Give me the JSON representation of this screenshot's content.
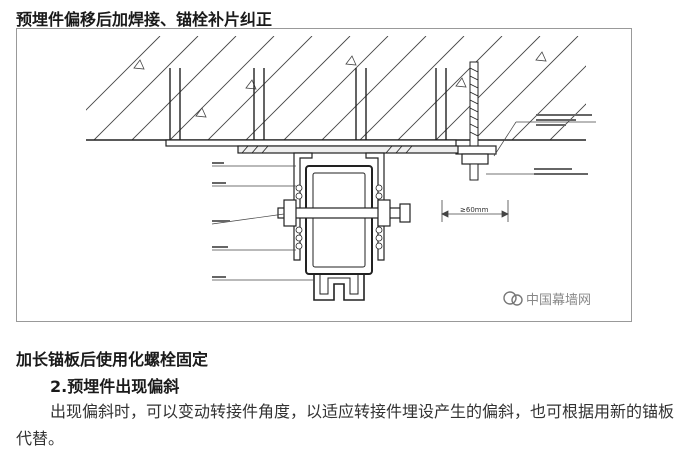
{
  "heading": "预埋件偏移后加焊接、锚栓补片纠正",
  "figure": {
    "watermark": "中国幕墙网",
    "dimension": "≥60mm"
  },
  "caption": "加长锚板后使用化螺栓固定",
  "section_title": "2.预埋件出现偏斜",
  "paragraph": "出现偏斜时，可以变动转接件角度，以适应转接件埋设产生的偏斜，也可根据用新的锚板代替。"
}
